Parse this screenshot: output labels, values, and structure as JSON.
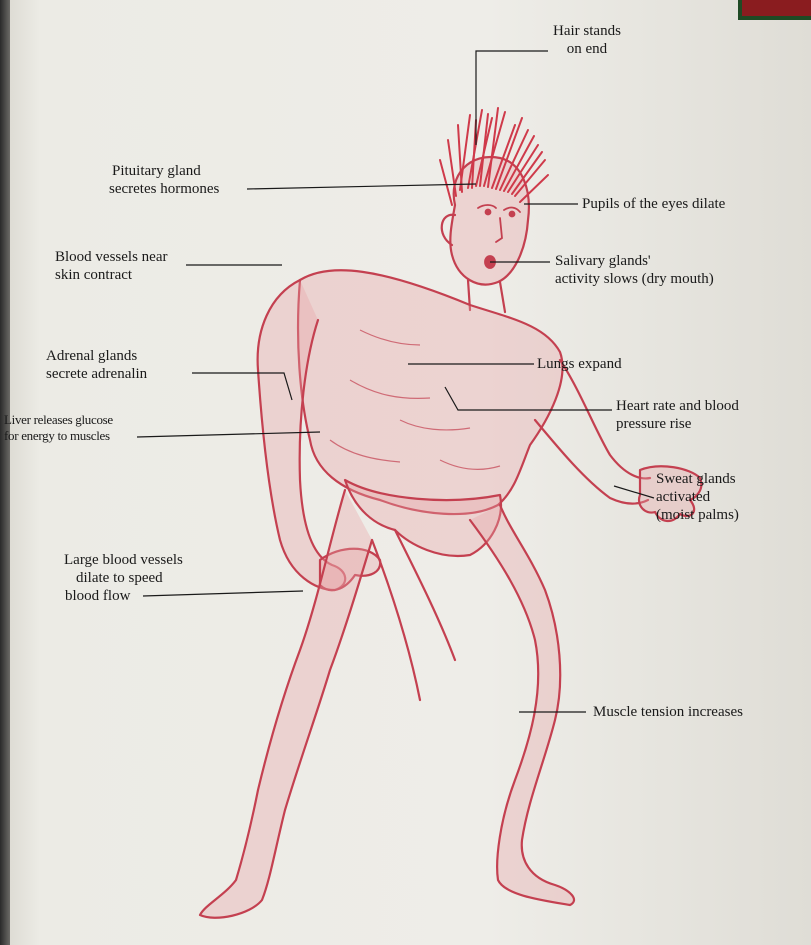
{
  "colors": {
    "figure_stroke": "#c44050",
    "figure_fill": "#e8a2a6",
    "hair": "#cf3a4a",
    "leader_line": "#1a1a1a",
    "corner_block": "#8a1c1f"
  },
  "labels": {
    "hair": [
      "Hair stands",
      "on end"
    ],
    "pituitary": [
      "Pituitary gland",
      "secretes hormones"
    ],
    "pupils": [
      "Pupils of the eyes dilate"
    ],
    "blood_vessels_skin": [
      "Blood vessels near",
      "skin contract"
    ],
    "salivary": [
      "Salivary glands'",
      "activity slows (dry mouth)"
    ],
    "adrenal": [
      "Adrenal glands",
      "secrete adrenalin"
    ],
    "lungs": [
      "Lungs expand"
    ],
    "liver": [
      "Liver releases glucose",
      "for energy to muscles"
    ],
    "heart": [
      "Heart rate and blood",
      "pressure rise"
    ],
    "sweat": [
      "Sweat glands",
      "activated",
      "(moist palms)"
    ],
    "large_vessels": [
      "Large blood vessels",
      "dilate to speed",
      "blood flow"
    ],
    "muscle": [
      "Muscle tension increases"
    ]
  }
}
